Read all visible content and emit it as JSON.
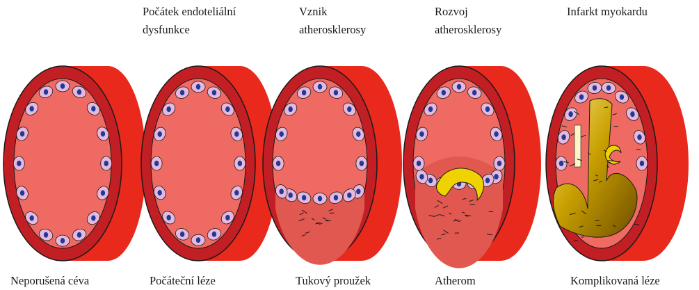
{
  "colors": {
    "outer_tube": "#e8291c",
    "wall": "#c21f24",
    "lumen": "#ee6a62",
    "lumen_shadow": "#e05850",
    "cell": "#e6b9dc",
    "nucleus": "#1e3a9a",
    "plaque": "#f0d200",
    "plaque_dark": "#7a5a00",
    "outline": "#1a1a1a"
  },
  "stages": [
    {
      "top_lines": [],
      "bottom": "Neporušená céva"
    },
    {
      "top_lines": [
        "Počátek endoteliální",
        "dysfunkce"
      ],
      "bottom": "Počáteční léze"
    },
    {
      "top_lines": [
        "Vznik",
        "atherosklerosy"
      ],
      "bottom": "Tukový proužek"
    },
    {
      "top_lines": [
        "Rozvoj",
        "atherosklerosy"
      ],
      "bottom": "Atherom"
    },
    {
      "top_lines": [
        "Infarkt myokardu"
      ],
      "bottom": "Komplikovaná léze"
    }
  ]
}
